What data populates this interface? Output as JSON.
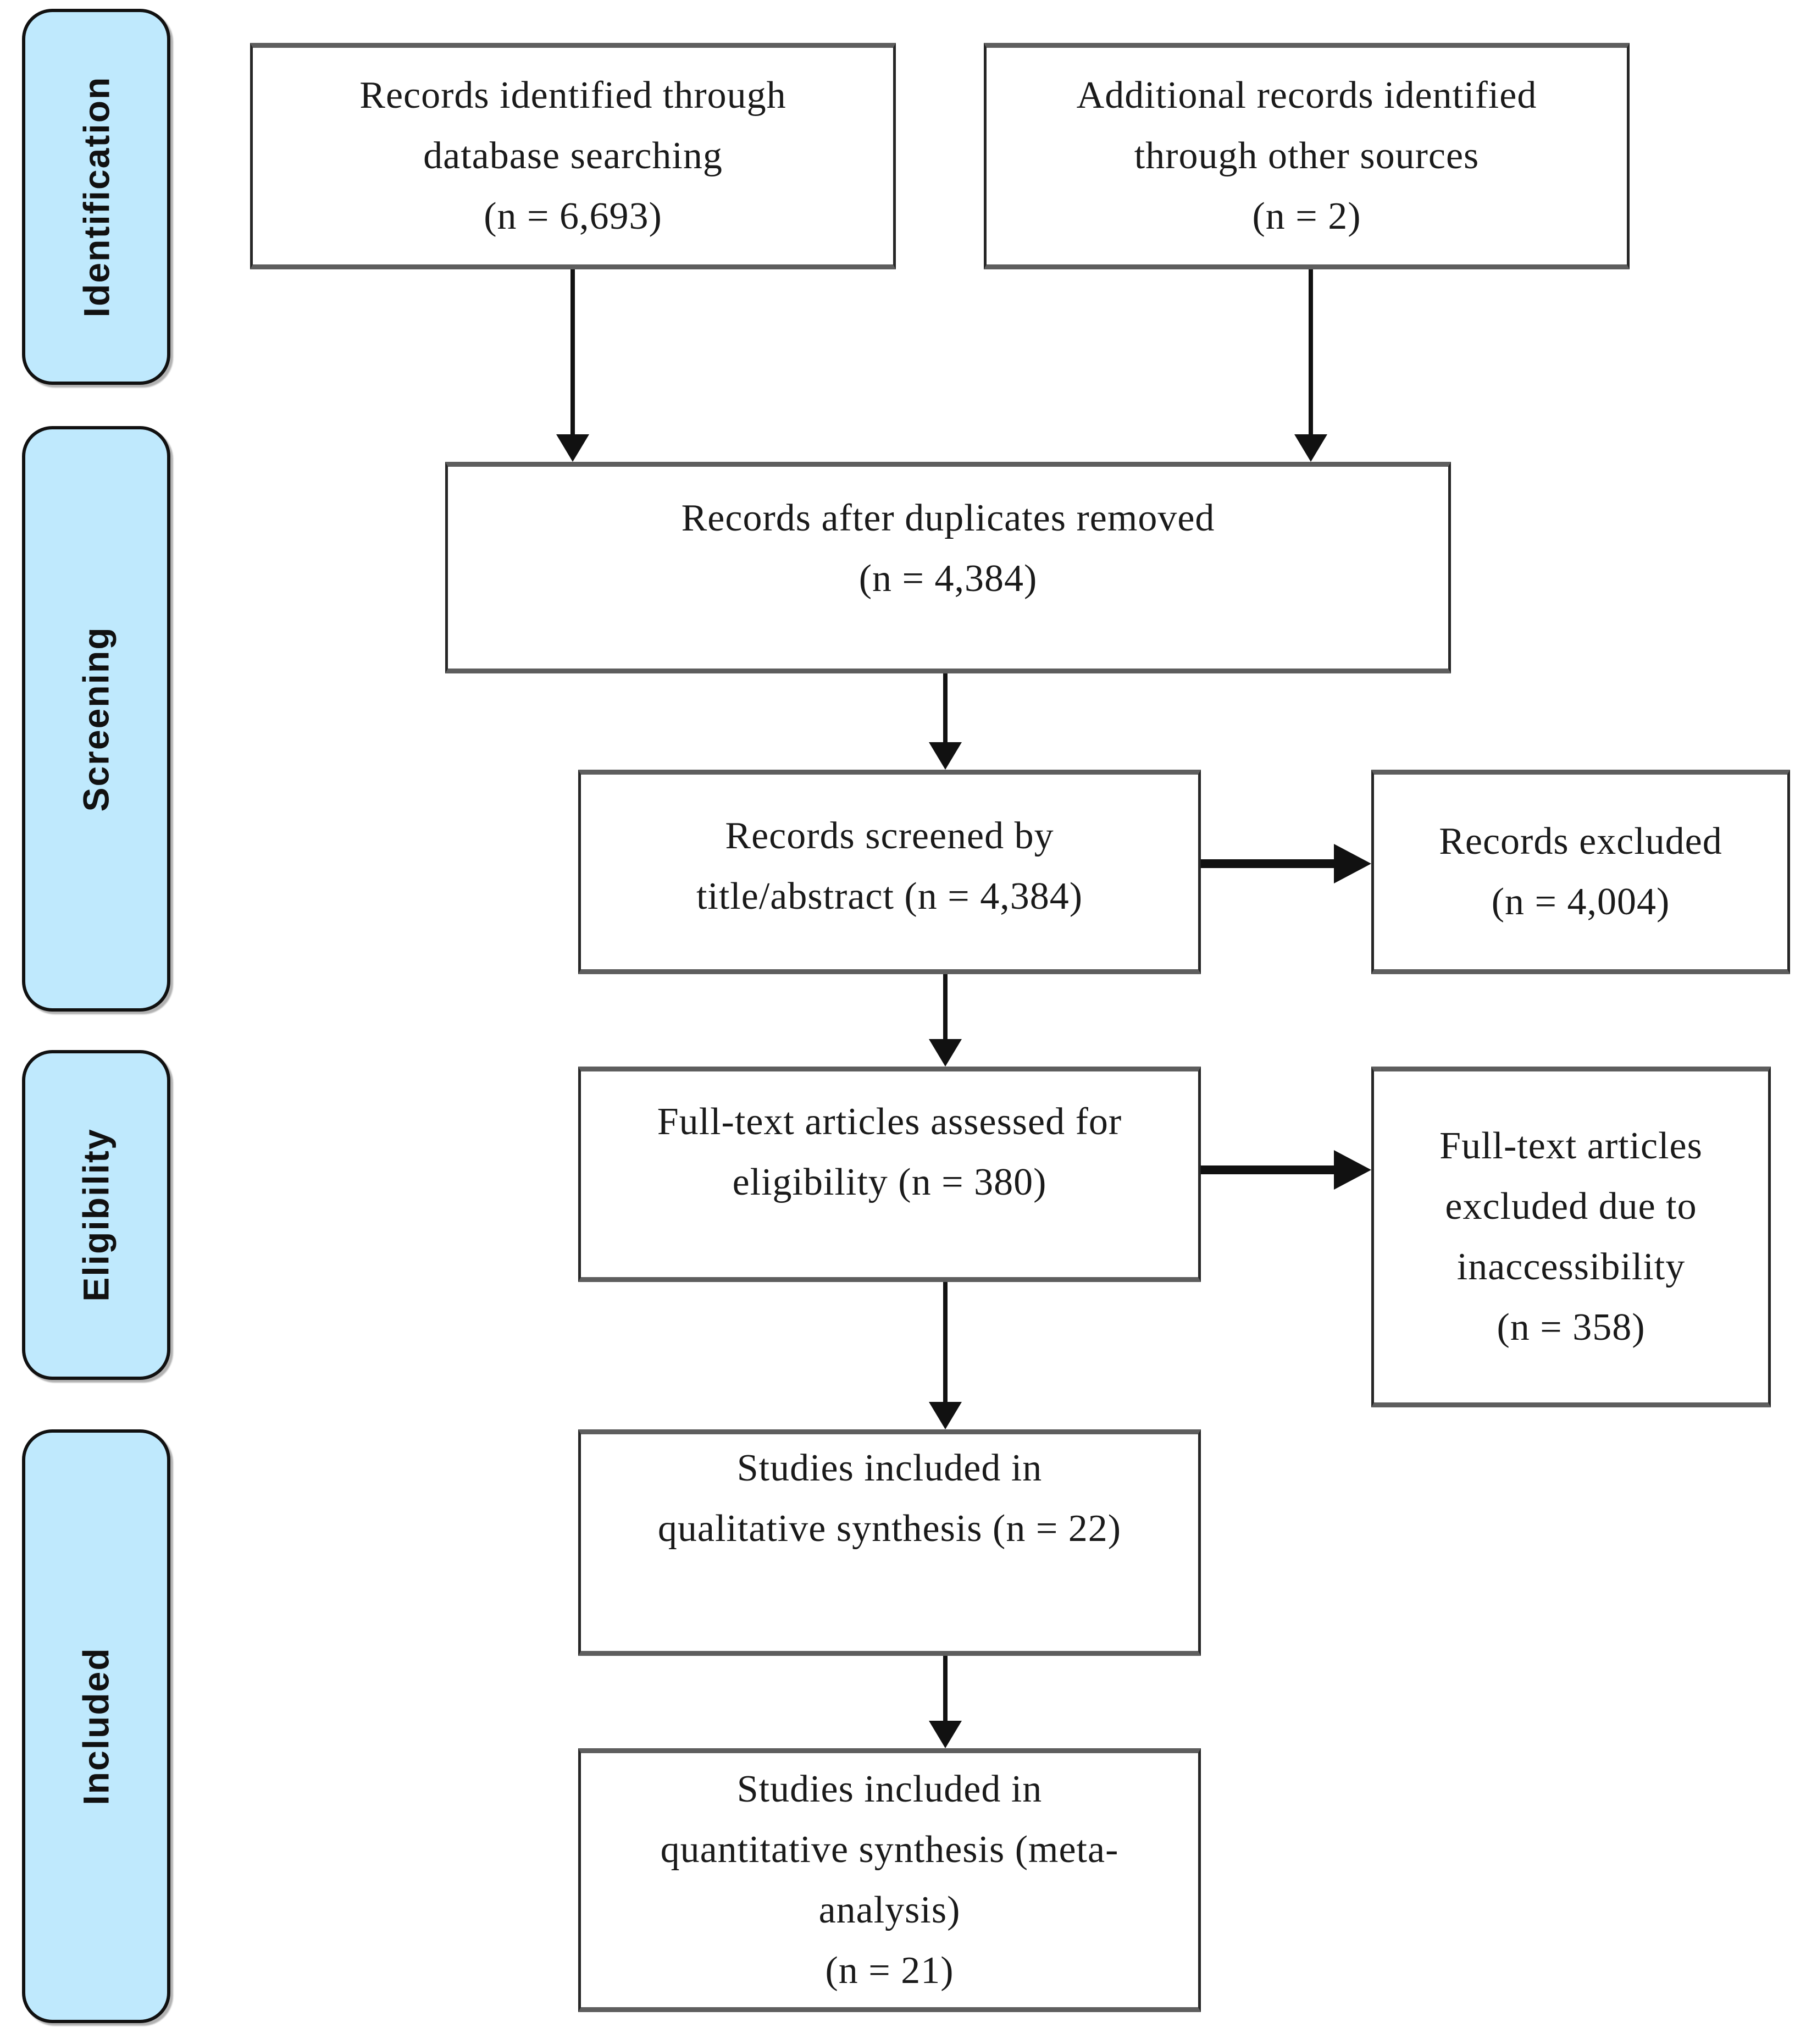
{
  "stages": [
    {
      "label": "Identification"
    },
    {
      "label": "Screening"
    },
    {
      "label": "Eligibility"
    },
    {
      "label": "Included"
    }
  ],
  "boxes": {
    "identified": {
      "lines": [
        "Records identified through",
        "database searching",
        "(n = 6,693)"
      ],
      "n": 6693
    },
    "additional": {
      "lines": [
        "Additional records identified",
        "through other sources",
        "(n = 2)"
      ],
      "n": 2
    },
    "deduplicated": {
      "lines": [
        "Records after duplicates removed",
        "(n = 4,384)"
      ],
      "n": 4384
    },
    "screened": {
      "lines": [
        "Records screened by",
        "title/abstract (n = 4,384)"
      ],
      "n": 4384
    },
    "excluded": {
      "lines": [
        "Records excluded",
        "(n = 4,004)"
      ],
      "n": 4004
    },
    "fulltext": {
      "lines": [
        "Full-text articles assessed for",
        "eligibility (n = 380)"
      ],
      "n": 380
    },
    "fulltext_excluded": {
      "lines": [
        "Full-text articles",
        "excluded due to",
        "inaccessibility",
        "(n = 358)"
      ],
      "n": 358
    },
    "qualitative": {
      "lines": [
        "Studies included in",
        "qualitative synthesis (n = 22)"
      ],
      "n": 22
    },
    "quantitative": {
      "lines": [
        "Studies included in",
        "quantitative synthesis (meta-",
        "analysis)",
        "(n = 21)"
      ],
      "n": 21
    }
  },
  "colors": {
    "stage_fill": "#BFE9FD",
    "stage_border": "#111111",
    "box_border": "#262626",
    "box_edge_gray": "#5E5E5E",
    "arrow": "#111111",
    "text": "#1A1A1A",
    "background": "#FFFFFF"
  }
}
